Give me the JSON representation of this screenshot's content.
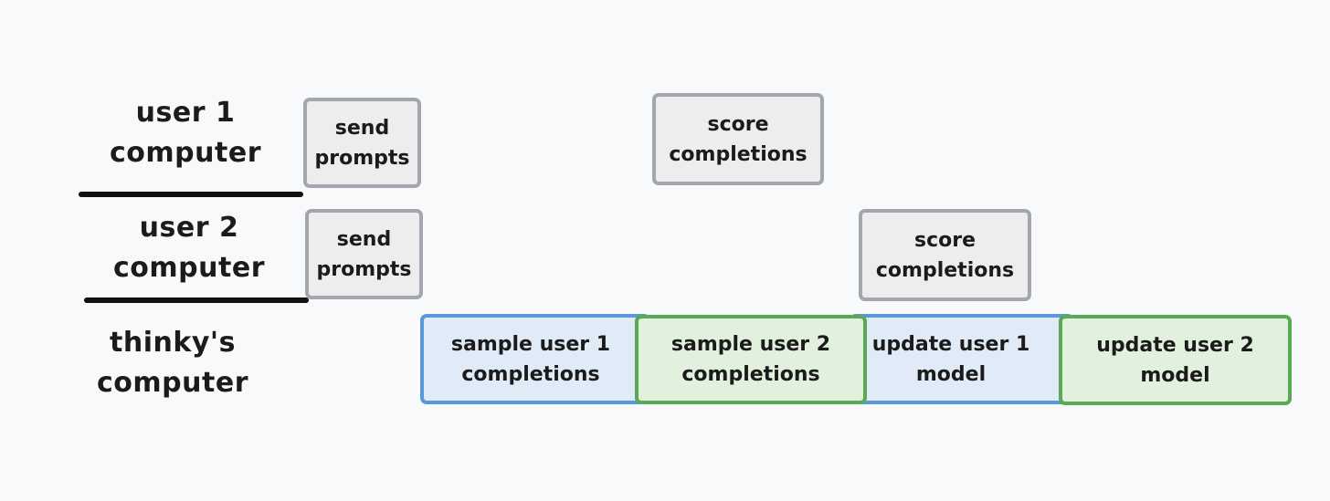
{
  "rows": {
    "user1": {
      "line1": "user 1",
      "line2": "computer"
    },
    "user2": {
      "line1": "user 2",
      "line2": "computer"
    },
    "thinky": {
      "line1": "thinky's",
      "line2": "computer"
    }
  },
  "boxes": {
    "send_prompts_1": {
      "line1": "send",
      "line2": "prompts"
    },
    "send_prompts_2": {
      "line1": "send",
      "line2": "prompts"
    },
    "score_completions_1": {
      "line1": "score",
      "line2": "completions"
    },
    "score_completions_2": {
      "line1": "score",
      "line2": "completions"
    },
    "sample_user1": {
      "line1": "sample user 1",
      "line2": "completions"
    },
    "sample_user2": {
      "line1": "sample user 2",
      "line2": "completions"
    },
    "update_user1": {
      "line1": "update user 1",
      "line2": "model"
    },
    "update_user2": {
      "line1": "update user 2",
      "line2": "model"
    }
  },
  "colors": {
    "background": "#f8f9fb",
    "gray_fill": "#ededee",
    "gray_border": "#a3a6ad",
    "blue_fill": "#e1ebf7",
    "blue_border": "#5c97d9",
    "green_fill": "#e2f0de",
    "green_border": "#5aa957"
  }
}
